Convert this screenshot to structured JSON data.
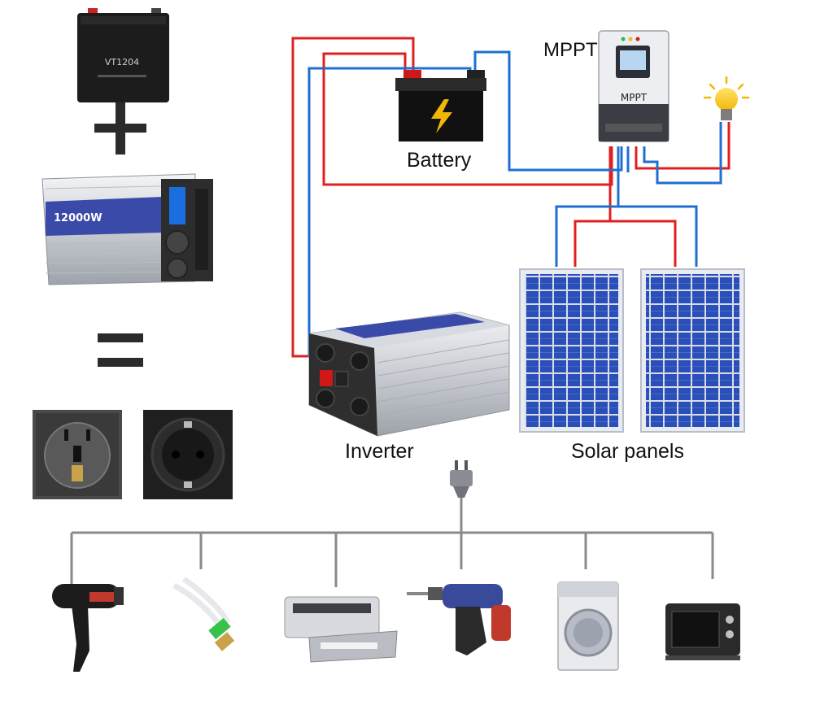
{
  "labels": {
    "battery": "Battery",
    "mppt": "MPPT",
    "inverter": "Inverter",
    "solar_panels": "Solar panels"
  },
  "small_battery_text": "VT1204",
  "inverter_rating_text": "12000W",
  "mppt_screen_text": "MPPT",
  "colors": {
    "positive_wire": "#e02020",
    "negative_wire": "#1f6fd1",
    "distribution_line": "#888888",
    "solar_cell": "#2a4fb8",
    "bulb": "#f7c51e"
  },
  "appliances": [
    {
      "icon": "hair-dryer-icon"
    },
    {
      "icon": "cfl-bulb-icon"
    },
    {
      "icon": "printer-icon"
    },
    {
      "icon": "power-drill-icon"
    },
    {
      "icon": "washing-machine-icon"
    },
    {
      "icon": "microwave-oven-icon"
    }
  ]
}
